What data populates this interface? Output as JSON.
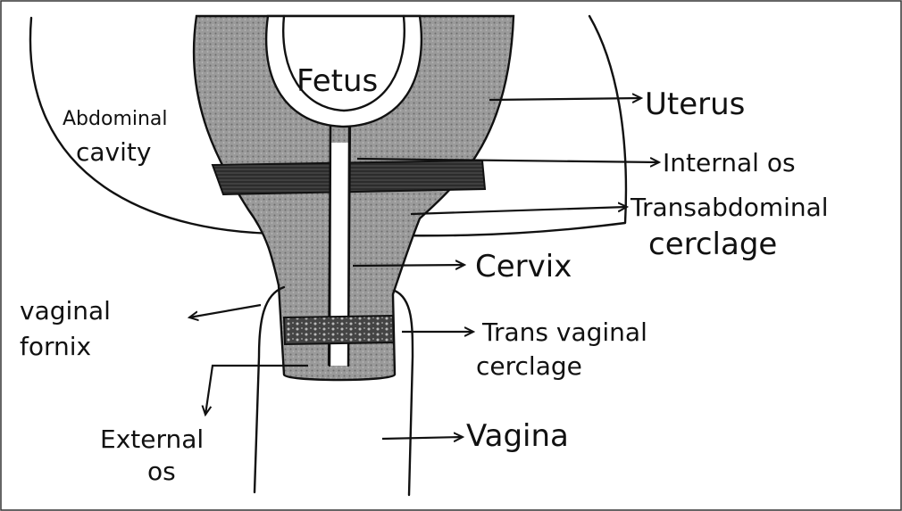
{
  "labels": {
    "fetus": "Fetus",
    "uterus": "Uterus",
    "abdominal_cavity_line1": "Abdominal",
    "abdominal_cavity_line2": "cavity",
    "internal_os": "Internal os",
    "transabdominal_line1": "Transabdominal",
    "transabdominal_line2": "cerclage",
    "cervix": "Cervix",
    "vaginal_fornix_line1": "vaginal",
    "vaginal_fornix_line2": "fornix",
    "transvaginal_line1": "Trans vaginal",
    "transvaginal_line2": "cerclage",
    "external_os_line1": "External",
    "external_os_line2": "os",
    "vagina": "Vagina"
  }
}
